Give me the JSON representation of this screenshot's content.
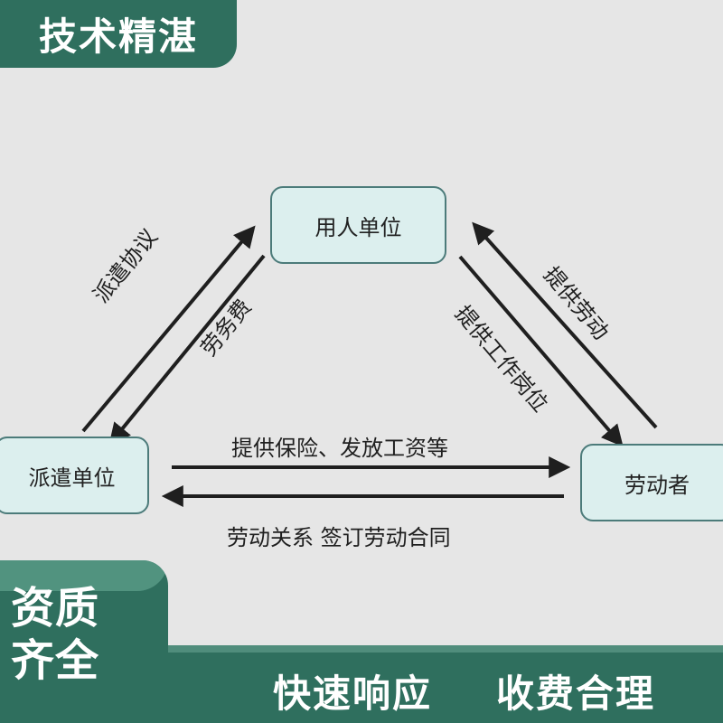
{
  "banner": {
    "top_left": "技术精湛",
    "bottom_left_line1": "资质",
    "bottom_left_line2": "齐全",
    "slogan_left": "快速响应",
    "slogan_right": "收费合理"
  },
  "diagram": {
    "nodes": {
      "employer": "用人单位",
      "dispatcher": "派遣单位",
      "worker": "劳动者"
    },
    "edges": {
      "dispatch_agreement": "派遣协议",
      "service_fee": "劳务费",
      "provide_labor": "提供劳动",
      "provide_job": "提供工作岗位",
      "insurance_wages": "提供保险、发放工资等",
      "labor_contract": "劳动关系 签订劳动合同"
    }
  },
  "colors": {
    "banner_green": "#2f6f5e",
    "node_fill": "#dcefee",
    "node_border": "#4c7b7a",
    "arrow": "#1f1f1f",
    "background": "#e6e6e6"
  }
}
